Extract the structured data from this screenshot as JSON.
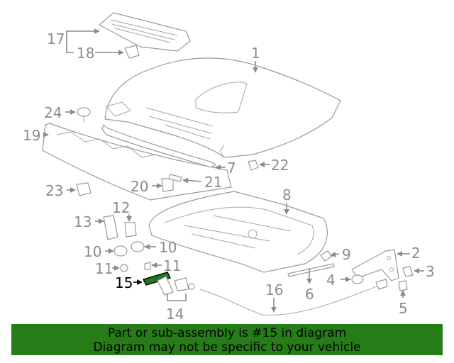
{
  "callouts": {
    "c1": "1",
    "c2": "2",
    "c3": "3",
    "c4": "4",
    "c5": "5",
    "c6": "6",
    "c7": "7",
    "c8": "8",
    "c9": "9",
    "c10a": "10",
    "c10b": "10",
    "c11a": "11",
    "c11b": "11",
    "c12": "12",
    "c13": "13",
    "c14": "14",
    "c15": "15",
    "c16": "16",
    "c17": "17",
    "c18": "18",
    "c19": "19",
    "c20": "20",
    "c21": "21",
    "c22": "22",
    "c23": "23",
    "c24": "24"
  },
  "highlight": {
    "part": "15",
    "color": "#000000"
  },
  "colors": {
    "banner": "#267d17",
    "line_art": "#9a9a9a"
  },
  "banner": {
    "line1": "Part or sub-assembly is #15 in diagram",
    "line2": "Diagram may not be specific to your vehicle"
  }
}
